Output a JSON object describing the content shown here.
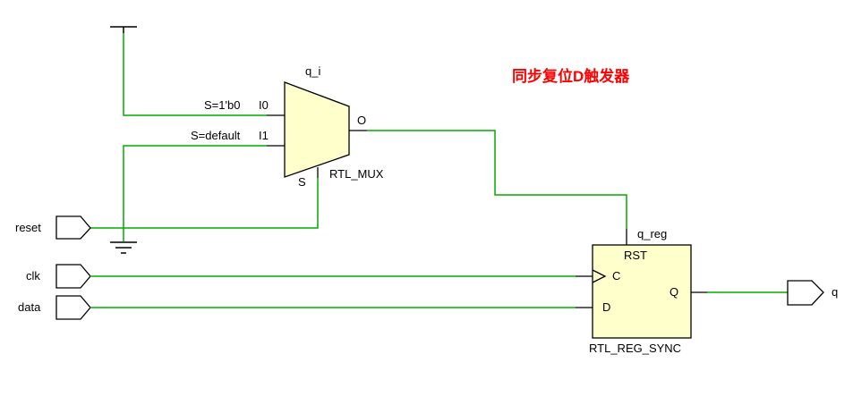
{
  "colors": {
    "wire": "#00aa00",
    "component_fill": "#ffffcc",
    "port_fill": "#ffffff",
    "outline": "#000000",
    "annotation": "#ff0000"
  },
  "annotation": {
    "text": "同步复位D触发器"
  },
  "mux": {
    "instance": "q_i",
    "type": "RTL_MUX",
    "pin_i0": "I0",
    "pin_i1": "I1",
    "pin_o": "O",
    "pin_s": "S",
    "cond_i0": "S=1'b0",
    "cond_i1": "S=default"
  },
  "register": {
    "instance": "q_reg",
    "type": "RTL_REG_SYNC",
    "pin_rst": "RST",
    "pin_c": "C",
    "pin_d": "D",
    "pin_q": "Q"
  },
  "ports": {
    "reset": "reset",
    "clk": "clk",
    "data": "data",
    "q": "q"
  }
}
